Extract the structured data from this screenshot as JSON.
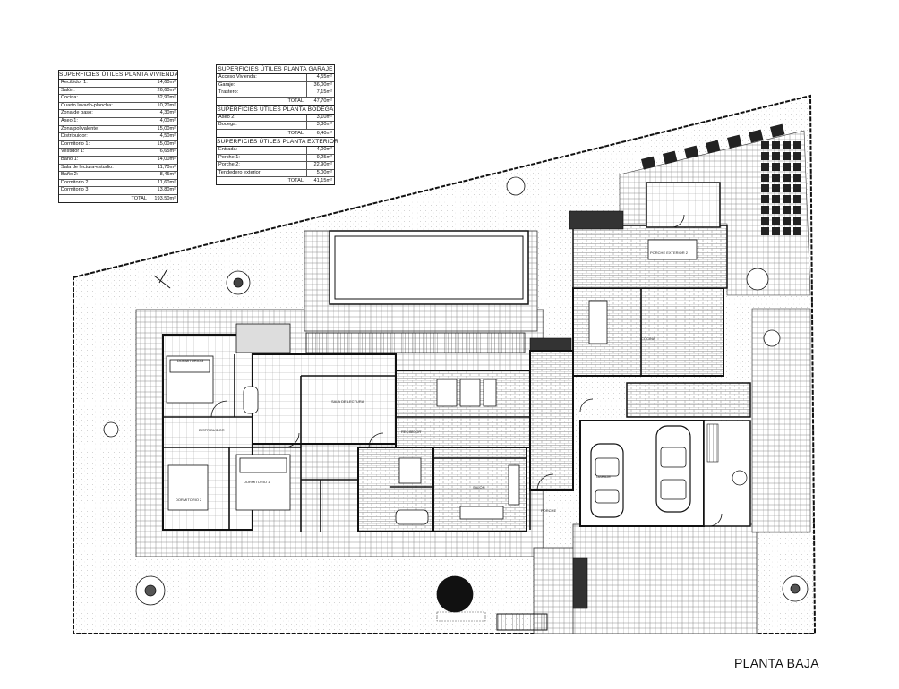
{
  "tables": {
    "vivienda": {
      "title": "SUPERFICIES ÚTILES PLANTA VIVIENDA",
      "rows": [
        {
          "name": "Recibidor 1:",
          "value": "14,60m²"
        },
        {
          "name": "Salón:",
          "value": "26,60m²"
        },
        {
          "name": "Cocina:",
          "value": "32,90m²"
        },
        {
          "name": "Cuarto lavado-plancha:",
          "value": "10,20m²"
        },
        {
          "name": "Zona de paso:",
          "value": "4,30m²"
        },
        {
          "name": "Aseo 1:",
          "value": "4,00m²"
        },
        {
          "name": "Zona polivalente:",
          "value": "15,00m²"
        },
        {
          "name": "Distribuidor:",
          "value": "4,50m²"
        },
        {
          "name": "Dormitorio 1:",
          "value": "15,00m²"
        },
        {
          "name": "Vestidor 1:",
          "value": "6,65m²"
        },
        {
          "name": "Baño 1:",
          "value": "14,00m²"
        },
        {
          "name": "Sala de lectura-estudio:",
          "value": "11,70m²"
        },
        {
          "name": "Baño 2:",
          "value": "8,45m²"
        },
        {
          "name": "Dormitorio 2",
          "value": "11,60m²"
        },
        {
          "name": "Dormitorio 3",
          "value": "13,80m²"
        }
      ],
      "total_label": "TOTAL",
      "total_value": "193,50m²"
    },
    "garaje": {
      "title": "SUPERFICIES ÚTILES PLANTA GARAJE",
      "rows": [
        {
          "name": "Acceso Vivienda:",
          "value": "4,55m²"
        },
        {
          "name": "Garaje:",
          "value": "36,00m²"
        },
        {
          "name": "Trastero:",
          "value": "7,15m²"
        }
      ],
      "total_label": "TOTAL",
      "total_value": "47,70m²"
    },
    "bodega": {
      "title": "SUPERFICIES ÚTILES PLANTA BODEGA",
      "rows": [
        {
          "name": "Aseo 2:",
          "value": "3,10m²"
        },
        {
          "name": "Bodega:",
          "value": "3,30m²"
        }
      ],
      "total_label": "TOTAL",
      "total_value": "6,40m²"
    },
    "exterior": {
      "title": "SUPERFICIES ÚTILES PLANTA EXTERIOR",
      "rows": [
        {
          "name": "Entrada:",
          "value": "4,00m²"
        },
        {
          "name": "Porche 1:",
          "value": "9,25m²"
        },
        {
          "name": "Porche 2:",
          "value": "22,90m²"
        },
        {
          "name": "Tendedero exterior:",
          "value": "5,00m²"
        }
      ],
      "total_label": "TOTAL",
      "total_value": "41,15m²"
    }
  },
  "plan_title": "PLANTA BAJA",
  "room_labels": {
    "dormitorio_3": "DORMITORIO 3",
    "dormitorio_2": "DORMITORIO 2",
    "dormitorio_1": "DORMITORIO 1",
    "salon": "SALÓN",
    "cocina": "COCINA",
    "porche_2": "PORCHE EXTERIOR 2",
    "distribuidor": "DISTRIBUIDOR",
    "sala_lectura": "SALA DE LECTURA",
    "recibidor": "RECIBIDOR",
    "garaje": "GARAJE",
    "porche_1": "PORCHE"
  },
  "colors": {
    "line": "#111111",
    "hatch": "#9a9a9a",
    "dark": "#222222"
  }
}
